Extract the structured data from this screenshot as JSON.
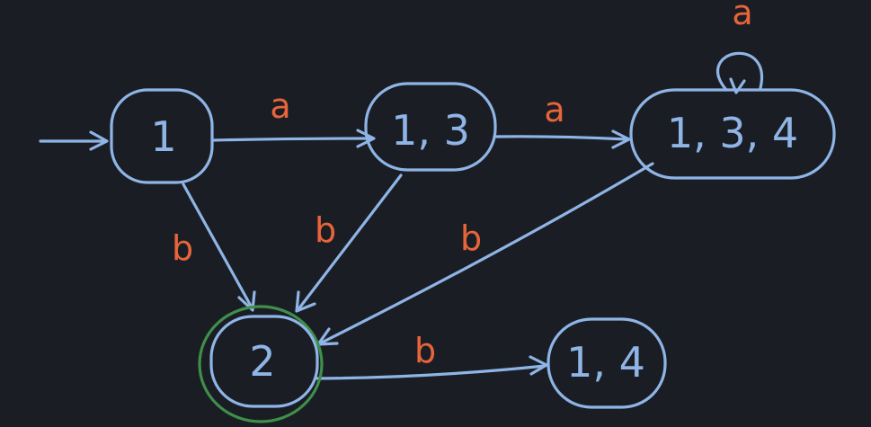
{
  "diagram": {
    "states": {
      "s1": "1",
      "s13": "1, 3",
      "s134": "1, 3, 4",
      "s2": "2",
      "s14": "1, 4"
    },
    "transitions": {
      "s1_s13": "a",
      "s13_s134": "a",
      "s134_loop": "a",
      "s1_s2": "b",
      "s13_s2": "b",
      "s134_s2": "b",
      "s2_s14": "b"
    },
    "colors": {
      "background": "#1a1e24",
      "node_stroke": "#8fb4e6",
      "edge_label": "#e8643a",
      "accept_ring": "#3f8f4a"
    }
  }
}
